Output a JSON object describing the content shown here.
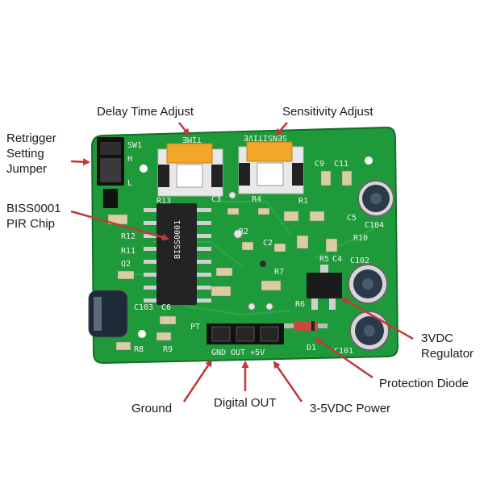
{
  "colors": {
    "pcb": "#1f9a3a",
    "pcb_dark": "#17802f",
    "silkscreen": "#f2f2f2",
    "arrow": "#c0393b",
    "potentiometer": "#f2a62a",
    "chip": "#232323"
  },
  "callouts": {
    "delay": "Delay Time Adjust",
    "sensitivity": "Sensitivity Adjust",
    "retrigger": [
      "Retrigger",
      "Setting",
      "Jumper"
    ],
    "chip": [
      "BISS0001",
      "PIR Chip"
    ],
    "regulator": [
      "3VDC",
      "Regulator"
    ],
    "diode": "Protection Diode",
    "ground": "Ground",
    "digital_out": "Digital OUT",
    "power": "3-5VDC Power"
  },
  "silkscreen": {
    "sw1": "SW1",
    "h": "H",
    "l": "L",
    "time": "TIME",
    "sensitive": "SENSITIVE",
    "r13": "R13",
    "c3": "C3",
    "r4": "R4",
    "r1": "R1",
    "c9": "C9",
    "c11": "C11",
    "r12": "R12",
    "r11": "R11",
    "q2": "Q2",
    "r2": "R2",
    "c2": "C2",
    "r7": "R7",
    "c5": "C5",
    "r10": "R10",
    "c104": "C104",
    "r5": "R5",
    "c4": "C4",
    "c102": "C102",
    "c103": "C103",
    "c6": "C6",
    "r6": "R6",
    "r8": "R8",
    "r9": "R9",
    "pt": "PT",
    "d1": "D1",
    "c101": "C101",
    "pins": "GND OUT +5V",
    "biss": "BISS0001"
  }
}
